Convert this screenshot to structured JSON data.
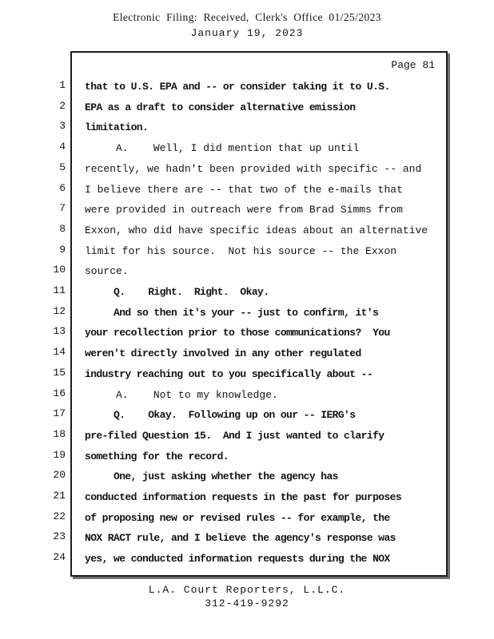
{
  "header": {
    "filing_stamp": "Electronic  Filing:  Received,  Clerk's  Office  01/25/2023",
    "date": "January 19, 2023"
  },
  "transcript": {
    "page_label": "Page 81",
    "lines": [
      {
        "num": 1,
        "bold": true,
        "text": "that to U.S. EPA and -- or consider taking it to U.S."
      },
      {
        "num": 2,
        "bold": true,
        "text": "EPA as a draft to consider alternative emission"
      },
      {
        "num": 3,
        "bold": true,
        "text": "limitation."
      },
      {
        "num": 4,
        "bold": false,
        "text": "     A.    Well, I did mention that up until"
      },
      {
        "num": 5,
        "bold": false,
        "text": "recently, we hadn't been provided with specific -- and"
      },
      {
        "num": 6,
        "bold": false,
        "text": "I believe there are -- that two of the e-mails that"
      },
      {
        "num": 7,
        "bold": false,
        "text": "were provided in outreach were from Brad Simms from"
      },
      {
        "num": 8,
        "bold": false,
        "text": "Exxon, who did have specific ideas about an alternative"
      },
      {
        "num": 9,
        "bold": false,
        "text": "limit for his source.  Not his source -- the Exxon"
      },
      {
        "num": 10,
        "bold": false,
        "text": "source."
      },
      {
        "num": 11,
        "bold": true,
        "text": "     Q.    Right.  Right.  Okay."
      },
      {
        "num": 12,
        "bold": true,
        "text": "     And so then it's your -- just to confirm, it's"
      },
      {
        "num": 13,
        "bold": true,
        "text": "your recollection prior to those communications?  You"
      },
      {
        "num": 14,
        "bold": true,
        "text": "weren't directly involved in any other regulated"
      },
      {
        "num": 15,
        "bold": true,
        "text": "industry reaching out to you specifically about --"
      },
      {
        "num": 16,
        "bold": false,
        "text": "     A.    Not to my knowledge."
      },
      {
        "num": 17,
        "bold": true,
        "text": "     Q.    Okay.  Following up on our -- IERG's"
      },
      {
        "num": 18,
        "bold": true,
        "text": "pre-filed Question 15.  And I just wanted to clarify"
      },
      {
        "num": 19,
        "bold": true,
        "text": "something for the record."
      },
      {
        "num": 20,
        "bold": true,
        "text": "     One, just asking whether the agency has"
      },
      {
        "num": 21,
        "bold": true,
        "text": "conducted information requests in the past for purposes"
      },
      {
        "num": 22,
        "bold": true,
        "text": "of proposing new or revised rules -- for example, the"
      },
      {
        "num": 23,
        "bold": true,
        "text": "NOX RACT rule, and I believe the agency's response was"
      },
      {
        "num": 24,
        "bold": true,
        "text": "yes, we conducted information requests during the NOX"
      }
    ]
  },
  "footer": {
    "reporter": "L.A. Court Reporters, L.L.C.",
    "phone": "312-419-9292"
  }
}
